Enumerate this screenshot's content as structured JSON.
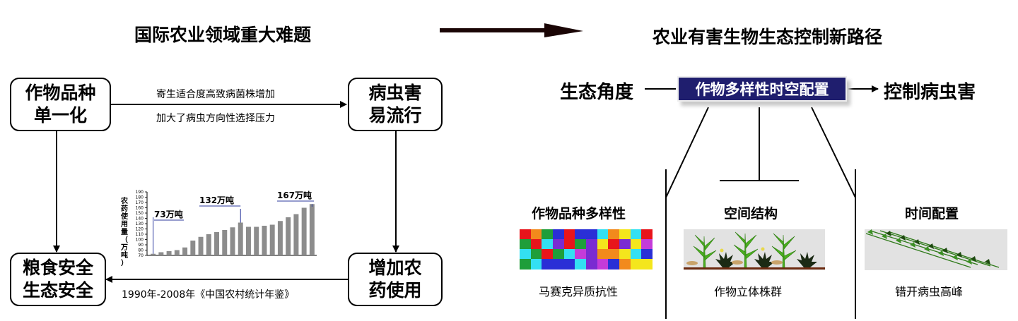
{
  "left_title": "国际农业领域重大难题",
  "right_title": "农业有害生物生态控制新路径",
  "boxes": {
    "monoculture": "作物品种\n单一化",
    "epidemic": "病虫害\n易流行",
    "pesticide": "增加农\n药使用",
    "security": "粮食安全\n生态安全"
  },
  "arrow_labels": {
    "top1": "寄生适合度高致病菌株增加",
    "top2": "加大了病虫方向性选择压力",
    "bottom": "1990年-2008年《中国农村统计年鉴》"
  },
  "chart_data": {
    "type": "bar",
    "ylabel": "农药使用量（万吨）",
    "yticks": [
      70,
      80,
      90,
      100,
      110,
      120,
      130,
      140,
      150,
      160,
      170,
      180,
      190
    ],
    "ylim": [
      70,
      190
    ],
    "values": [
      73,
      76,
      78,
      80,
      85,
      98,
      105,
      110,
      114,
      118,
      123,
      132,
      124,
      124,
      126,
      128,
      135,
      142,
      148,
      160,
      167
    ],
    "annotations": [
      "73万吨",
      "132万吨",
      "167万吨"
    ]
  },
  "right": {
    "eco_angle": "生态角度",
    "center": "作物多样性时空配置",
    "control": "控制病虫害",
    "sections": [
      {
        "title": "作物品种多样性",
        "caption": "马赛克异质抗性"
      },
      {
        "title": "空间结构",
        "caption": "作物立体株群"
      },
      {
        "title": "时间配置",
        "caption": "错开病虫高峰"
      }
    ]
  },
  "colors": {
    "center_box": "#1f1e6e",
    "bars": "#8c8c8c",
    "mosaic": [
      "#e8151b",
      "#1f9e3a",
      "#2a2fd6",
      "#f4e61c",
      "#33e0f2",
      "#c43bd9",
      "#f28a1c",
      "#7a2bd1"
    ]
  }
}
